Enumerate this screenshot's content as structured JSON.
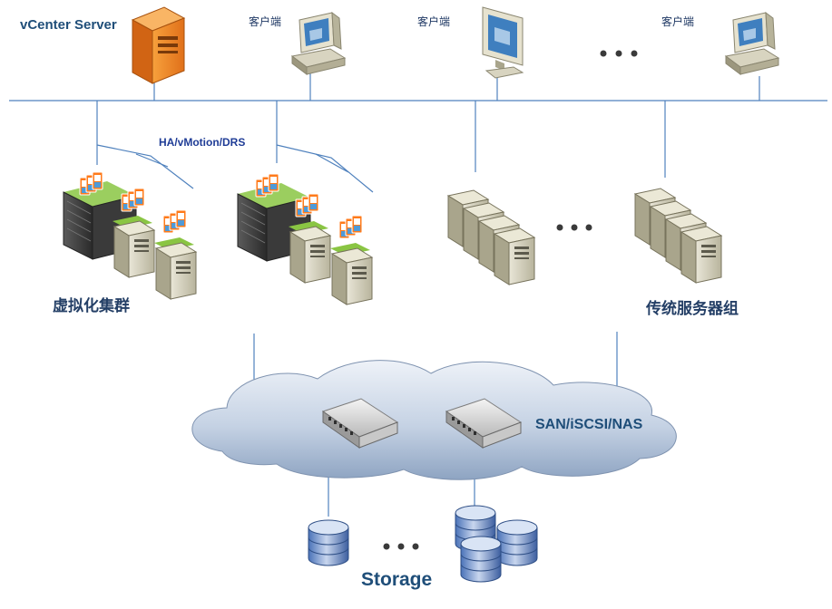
{
  "labels": {
    "vcenter": "vCenter Server",
    "client_1": "客户端",
    "client_2": "客户端",
    "client_3": "客户端",
    "ha": "HA/vMotion/DRS",
    "virtualization_cluster": "虚拟化集群",
    "traditional_servers": "传统服务器组",
    "network": "SAN/iSCSI/NAS",
    "storage": "Storage"
  },
  "icons": {
    "server": "tower-server-icon",
    "client": "desktop-computer-icon",
    "host": "esx-host-icon",
    "vm": "virtual-machine-icon",
    "switch": "network-switch-icon",
    "storage": "database-disk-icon",
    "cloud": "network-cloud"
  },
  "colors": {
    "line": "#4f81bd",
    "vcenter_orange": "#f0821e",
    "cloud_fill": "#c9d6e6",
    "label_blue": "#1f4e79"
  }
}
